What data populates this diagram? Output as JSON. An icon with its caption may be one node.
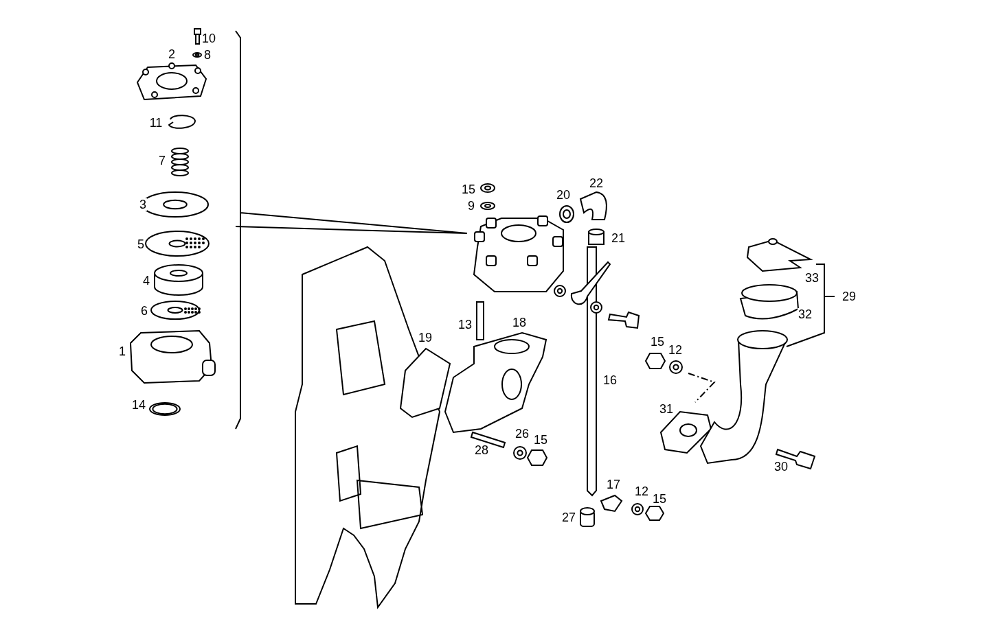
{
  "diagram": {
    "labels": [
      "10",
      "2",
      "8",
      "11",
      "7",
      "15",
      "9",
      "20",
      "22",
      "3",
      "5",
      "21",
      "4",
      "33",
      "29",
      "6",
      "32",
      "13",
      "18",
      "19",
      "1",
      "15",
      "12",
      "16",
      "31",
      "14",
      "26",
      "15",
      "28",
      "30",
      "17",
      "12",
      "15",
      "27"
    ]
  }
}
